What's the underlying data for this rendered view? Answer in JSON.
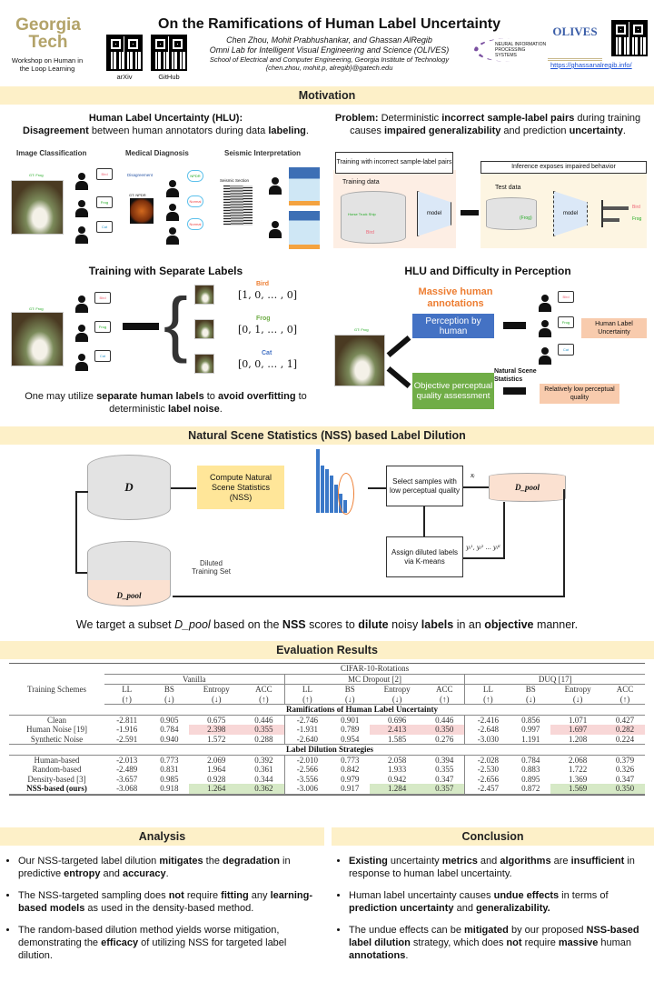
{
  "header": {
    "title": "On the Ramifications of Human Label Uncertainty",
    "authors": "Chen Zhou, Mohit Prabhushankar, and Ghassan AlRegib",
    "lab": "Omni Lab for Intelligent Visual Engineering and Science (OLIVES)",
    "school": "School of Electrical and Computer Engineering, Georgia Institute of Technology",
    "emails": "{chen.zhou, mohit.p, alregib}@gatech.edu",
    "gt_logo": "Georgia Tech",
    "workshop": "Workshop on Human in the Loop Learning",
    "qr_arxiv": "arXiv",
    "qr_github": "GitHub",
    "neurips_logo": "NEURAL INFORMATION PROCESSING SYSTEMS",
    "olives_logo": "OLIVES",
    "link": "https://ghassanalregib.info/"
  },
  "motivation": {
    "title": "Motivation",
    "hlu_heading": "Human Label Uncertainty (HLU):",
    "hlu_text": [
      {
        "t": "Disagreement",
        "b": true
      },
      {
        "t": " between human annotators during data "
      },
      {
        "t": "labeling",
        "b": true
      },
      {
        "t": "."
      }
    ],
    "problem": [
      {
        "t": "Problem:",
        "b": true
      },
      {
        "t": " Deterministic "
      },
      {
        "t": "incorrect sample-label pairs",
        "b": true
      },
      {
        "t": " during training causes "
      },
      {
        "t": "impaired generalizability",
        "b": true
      },
      {
        "t": " and prediction "
      },
      {
        "t": "uncertainty",
        "b": true
      },
      {
        "t": "."
      }
    ],
    "fig1": {
      "titles": [
        "Image Classification",
        "Medical Diagnosis",
        "Seismic Interpretation"
      ],
      "gt": "GT: Frog",
      "labels": [
        "Bird",
        "Frog",
        "Cat"
      ],
      "disagreement": "Disagreement",
      "gt_med": "GT: NPDR",
      "med_labels": [
        "NPDR",
        "Normal",
        "Normal"
      ],
      "seismic": "Seismic Section"
    },
    "fig2": {
      "train_title": "Training with incorrect sample-label pairs",
      "train_data": "Training data",
      "thumbs": "Horse Truck Ship",
      "bird": "Bird",
      "model": "model",
      "infer_title": "Inference exposes impaired behavior",
      "test_data": "Test data",
      "frog": "(Frog)",
      "out": [
        "Bird",
        "Frog"
      ]
    },
    "separate_title": "Training with Separate Labels",
    "separate": {
      "gt": "GT: Frog",
      "labels": [
        "Bird",
        "Frog",
        "Cat"
      ],
      "vectors": [
        "[1, 0, … , 0]",
        "[0, 1, … , 0]",
        "[0, 0, … , 1]"
      ]
    },
    "separate_caption": [
      {
        "t": "One may utilize "
      },
      {
        "t": "separate human labels",
        "b": true
      },
      {
        "t": " to "
      },
      {
        "t": "avoid overfitting",
        "b": true
      },
      {
        "t": " to deterministic "
      },
      {
        "t": "label noise",
        "b": true
      },
      {
        "t": "."
      }
    ],
    "hlu_diff_title": "HLU and Difficulty in Perception",
    "hlu_diff": {
      "massive": "Massive human annotations",
      "perception": "Perception by human",
      "hlu_box": "Human Label Uncertainty",
      "objective": "Objective perceptual quality assessment",
      "nss": "Natural Scene Statistics",
      "low_q": "Relatively low perceptual quality",
      "gt": "GT: Frog",
      "labels": [
        "Bird",
        "Frog",
        "Cat"
      ]
    }
  },
  "nss": {
    "title": "Natural Scene Statistics (NSS) based Label Dilution",
    "D": "D",
    "compute": "Compute Natural Scene Statistics (NSS)",
    "select": "Select samples with low perceptual quality",
    "xi": "xᵢ",
    "dpool": "D_pool",
    "assign": "Assign diluted labels via K-means",
    "yi": "yᵢ¹, yᵢ² … yᵢᴷ",
    "diluted": "Diluted Training Set",
    "sentence": [
      {
        "t": "We target a subset "
      },
      {
        "t": "D_pool",
        "i": true
      },
      {
        "t": " based on the "
      },
      {
        "t": "NSS",
        "b": true
      },
      {
        "t": " scores to "
      },
      {
        "t": "dilute",
        "b": true
      },
      {
        "t": " noisy "
      },
      {
        "t": "labels",
        "b": true
      },
      {
        "t": " in an "
      },
      {
        "t": "objective",
        "b": true
      },
      {
        "t": " manner."
      }
    ]
  },
  "evaluation": {
    "title": "Evaluation Results",
    "dataset": "CIFAR-10-Rotations",
    "row_header": "Training Schemes",
    "methods": [
      "Vanilla",
      "MC Dropout [2]",
      "DUQ [17]"
    ],
    "metrics": [
      "LL",
      "BS",
      "Entropy",
      "ACC"
    ],
    "arrows": [
      "(↑)",
      "(↓)",
      "(↓)",
      "(↑)"
    ],
    "sections": [
      {
        "title": "Ramifications of Human Label Uncertainty",
        "rows": [
          {
            "name": "Clean",
            "values": [
              "-2.811",
              "0.905",
              "0.675",
              "0.446",
              "-2.746",
              "0.901",
              "0.696",
              "0.446",
              "-2.416",
              "0.856",
              "1.071",
              "0.427"
            ]
          },
          {
            "name": "Human Noise [19]",
            "highlight": "pink",
            "values": [
              "-1.916",
              "0.784",
              "2.398",
              "0.355",
              "-1.931",
              "0.789",
              "2.413",
              "0.350",
              "-2.648",
              "0.997",
              "1.697",
              "0.282"
            ]
          },
          {
            "name": "Synthetic Noise",
            "values": [
              "-2.591",
              "0.940",
              "1.572",
              "0.288",
              "-2.640",
              "0.954",
              "1.585",
              "0.276",
              "-3.030",
              "1.191",
              "1.208",
              "0.224"
            ]
          }
        ]
      },
      {
        "title": "Label Dilution Strategies",
        "rows": [
          {
            "name": "Human-based",
            "values": [
              "-2.013",
              "0.773",
              "2.069",
              "0.392",
              "-2.010",
              "0.773",
              "2.058",
              "0.394",
              "-2.028",
              "0.784",
              "2.068",
              "0.379"
            ]
          },
          {
            "name": "Random-based",
            "values": [
              "-2.489",
              "0.831",
              "1.964",
              "0.361",
              "-2.566",
              "0.842",
              "1.933",
              "0.355",
              "-2.530",
              "0.883",
              "1.722",
              "0.326"
            ]
          },
          {
            "name": "Density-based [3]",
            "values": [
              "-3.657",
              "0.985",
              "0.928",
              "0.344",
              "-3.556",
              "0.979",
              "0.942",
              "0.347",
              "-2.656",
              "0.895",
              "1.369",
              "0.347"
            ]
          },
          {
            "name": "NSS-based (ours)",
            "bold": true,
            "highlight": "green",
            "values": [
              "-3.068",
              "0.918",
              "1.264",
              "0.362",
              "-3.006",
              "0.917",
              "1.284",
              "0.357",
              "-2.457",
              "0.872",
              "1.569",
              "0.350"
            ]
          }
        ]
      }
    ]
  },
  "analysis": {
    "title": "Analysis",
    "bullets": [
      [
        {
          "t": "Our NSS-targeted label dilution "
        },
        {
          "t": "mitigates",
          "b": true
        },
        {
          "t": " the "
        },
        {
          "t": "degradation",
          "b": true
        },
        {
          "t": " in predictive "
        },
        {
          "t": "entropy",
          "b": true
        },
        {
          "t": " and "
        },
        {
          "t": "accuracy",
          "b": true
        },
        {
          "t": "."
        }
      ],
      [
        {
          "t": "The NSS-targeted sampling does "
        },
        {
          "t": "not",
          "b": true
        },
        {
          "t": " require "
        },
        {
          "t": "fitting",
          "b": true
        },
        {
          "t": " any "
        },
        {
          "t": "learning-based models",
          "b": true
        },
        {
          "t": " as used in the density-based method."
        }
      ],
      [
        {
          "t": "The random-based dilution method yields worse mitigation, demonstrating the "
        },
        {
          "t": "efficacy",
          "b": true
        },
        {
          "t": " of utilizing NSS for targeted label dilution."
        }
      ]
    ]
  },
  "conclusion": {
    "title": "Conclusion",
    "bullets": [
      [
        {
          "t": "Existing",
          "b": true
        },
        {
          "t": " uncertainty "
        },
        {
          "t": "metrics",
          "b": true
        },
        {
          "t": " and "
        },
        {
          "t": "algorithms",
          "b": true
        },
        {
          "t": " are "
        },
        {
          "t": "insufficient",
          "b": true
        },
        {
          "t": " in response to human label uncertainty."
        }
      ],
      [
        {
          "t": "Human label uncertainty causes "
        },
        {
          "t": "undue effects",
          "b": true
        },
        {
          "t": " in terms of "
        },
        {
          "t": "prediction uncertainty",
          "b": true
        },
        {
          "t": " and "
        },
        {
          "t": "generalizability.",
          "b": true
        }
      ],
      [
        {
          "t": "The undue effects can be "
        },
        {
          "t": "mitigated",
          "b": true
        },
        {
          "t": " by our proposed "
        },
        {
          "t": "NSS-based label dilution",
          "b": true
        },
        {
          "t": " strategy, which does "
        },
        {
          "t": "not",
          "b": true
        },
        {
          "t": " require "
        },
        {
          "t": "massive",
          "b": true
        },
        {
          "t": " human "
        },
        {
          "t": "annotations",
          "b": true
        },
        {
          "t": "."
        }
      ]
    ]
  },
  "colors": {
    "banner": "#fdf0c8",
    "gt_gold": "#b3a369",
    "blue_box": "#4472c4",
    "green_box": "#70ad47",
    "salmon": "#f8cbad",
    "orange": "#ed7d31",
    "nss_yellow": "#ffe699"
  }
}
